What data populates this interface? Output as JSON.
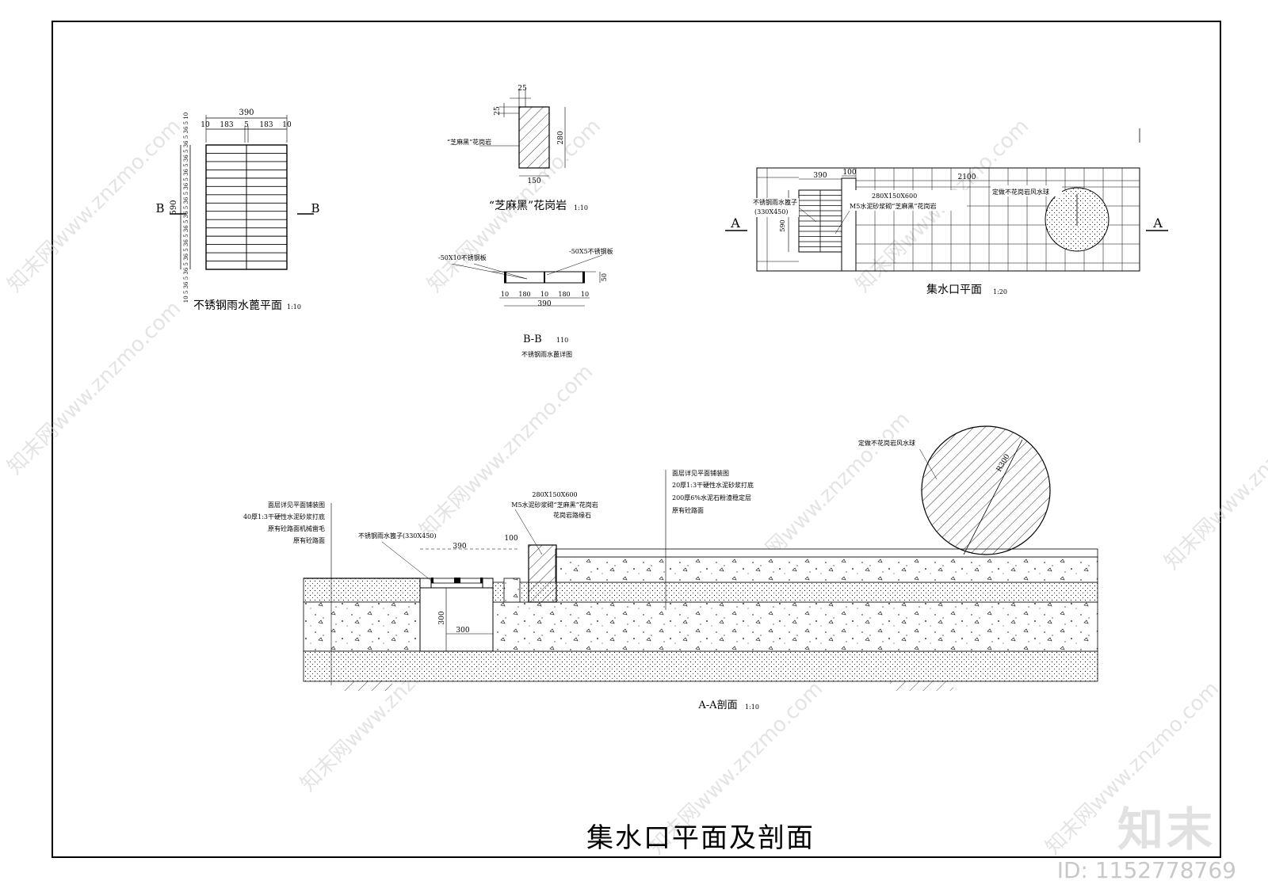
{
  "sheet": {
    "title": "集水口平面及剖面",
    "brand": "知末",
    "id": "ID: 1152778769",
    "watermark": "知末网www.znzmo.com"
  },
  "grate_plan": {
    "title": "不锈钢雨水蓖平面",
    "scale": "1:10",
    "dim_total": "390",
    "dim_parts": [
      "10",
      "183",
      "5",
      "183",
      "10"
    ],
    "dim_height": "590",
    "dim_stack": "10 5 36 5 36 5 36 5 36 5 36 5 36 5 36 5 36 5 36 5 36 5 36 5 36 5 10",
    "section_mark": "B",
    "slat_count": 14
  },
  "granite_detail": {
    "title": "“芝麻黑”花岗岩",
    "scale": "1:10",
    "label": "“芝麻黑”花岗岩",
    "dim_top": "25",
    "dim_side": "25",
    "dim_height": "280",
    "dim_width": "150"
  },
  "bb_detail": {
    "title": "B-B",
    "scale": "110",
    "subtitle": "不锈钢雨水蓖详图",
    "label_left": "-50X10不锈钢板",
    "label_right": "-50X5不锈钢板",
    "dim_height": "50",
    "dim_parts": [
      "10",
      "180",
      "10",
      "180",
      "10"
    ],
    "dim_total": "390"
  },
  "inlet_plan": {
    "title": "集水口平面",
    "scale": "1:20",
    "dim_a": "390",
    "dim_b": "100",
    "dim_c": "2100",
    "dim_height": "590",
    "label_grate_1": "不锈钢雨水篦子",
    "label_grate_2": "(330X450)",
    "label_stone_1": "280X150X600",
    "label_stone_2": "M5水泥砂浆砌“芝麻黑”花岗岩",
    "label_ball": "定做不花岗岩风水球",
    "section_mark": "A"
  },
  "section_aa": {
    "title": "A-A剖面",
    "scale": "1:10",
    "left_layers": [
      "面层详见平面铺装图",
      "40厚1:3干硬性水泥砂浆打底",
      "原有砼路面机械凿毛",
      "原有砼路面"
    ],
    "grate_label": "不锈钢雨水篦子(330X450)",
    "stone_labels": [
      "280X150X600",
      "M5水泥砂浆砌“芝麻黑”花岗岩",
      "花岗岩路缘石"
    ],
    "right_layers": [
      "面层详见平面铺装图",
      "20厚1:3干硬性水泥砂浆打底",
      "200厚6%水泥石粉渣稳定层",
      "原有砼路面"
    ],
    "ball_label": "定做不花岗岩风水球",
    "ball_radius": "R300",
    "dim_390": "390",
    "dim_100": "100",
    "dim_300v": "300",
    "dim_300h": "300"
  }
}
